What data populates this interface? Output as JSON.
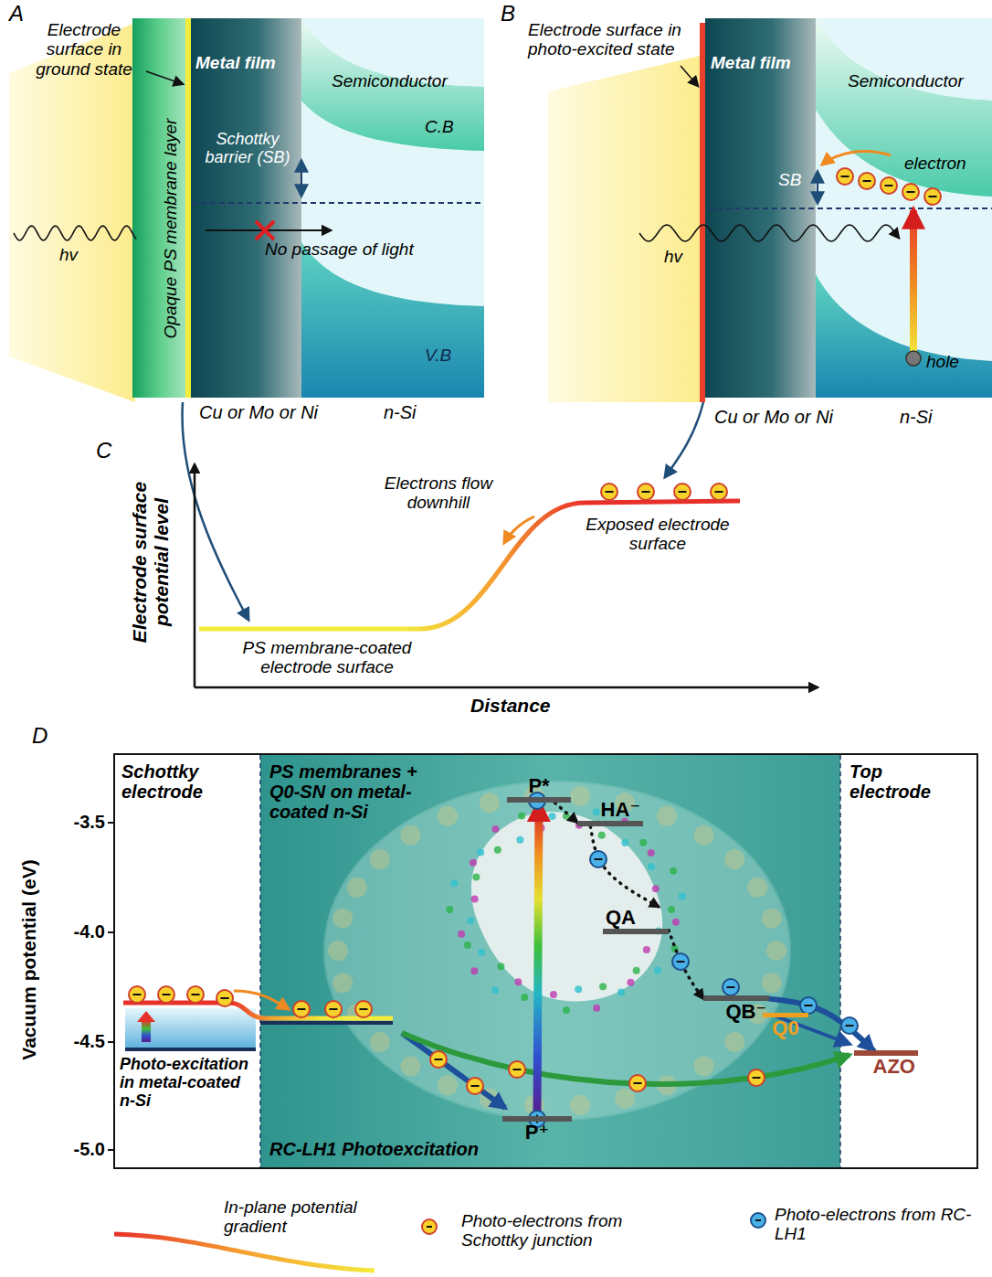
{
  "diagram": {
    "nodes": [
      {
        "text": [
          "Schottky electrode",
          "Photo-excitation in metal-coated n-Si"
        ]
      },
      {
        "text": [
          "PS membranes + Q0-SN on metal-coated n-Si",
          "RC-LH1 Photoexcitation"
        ]
      },
      {
        "text": [
          "Top electrode"
        ]
      },
      {
        "text": [
          "P*"
        ],
        "in": 1
      },
      {
        "text": [
          "HA⁻"
        ],
        "in": 1
      },
      {
        "text": [
          "QA"
        ],
        "in": 1
      },
      {
        "text": [
          "QB⁻"
        ],
        "in": 1
      },
      {
        "text": [
          "Q0"
        ],
        "in": 1
      },
      {
        "text": [
          "AZO"
        ],
        "in": 2
      },
      {
        "text": [
          "P⁺"
        ],
        "in": 1
      }
    ],
    "edges": [
      {
        "from": 3,
        "to": 4,
        "arrow": "to"
      },
      {
        "from": 4,
        "to": 5,
        "arrow": "to"
      },
      {
        "from": 5,
        "to": 6,
        "arrow": "to"
      },
      {
        "from": 6,
        "to": 8,
        "arrow": "to"
      },
      {
        "from": 9,
        "to": 3,
        "arrow": "to"
      }
    ],
    "labels": [
      "A",
      "Electrode surface in ground state",
      "Metal film",
      "Semiconductor",
      "Opaque PS membrane layer",
      "Schottky barrier (SB)",
      "C.B",
      "hv",
      "No passage of light",
      "V.B",
      "Cu or Mo or Ni",
      "n-Si",
      "B",
      "Electrode surface in photo-excited state",
      "Metal film",
      "Semiconductor",
      "SB",
      "electron",
      "hv",
      "hole",
      "Cu or Mo or Ni",
      "n-Si",
      "C",
      "Electrode surface potential level",
      "Electrons flow downhill",
      "Exposed electrode surface",
      "PS membrane-coated electrode surface",
      "Distance",
      "D",
      "Vacuum potential (eV)",
      "-3.5",
      "-4.0",
      "-4.5",
      "-5.0"
    ],
    "legend": [
      {
        "text": "In-plane potential gradient"
      },
      {
        "text": "Photo-electrons from Schottky junction",
        "color": "#f7d22c"
      },
      {
        "text": "Photo-electrons from RC-LH1",
        "color": "#4ab0e8"
      }
    ]
  }
}
